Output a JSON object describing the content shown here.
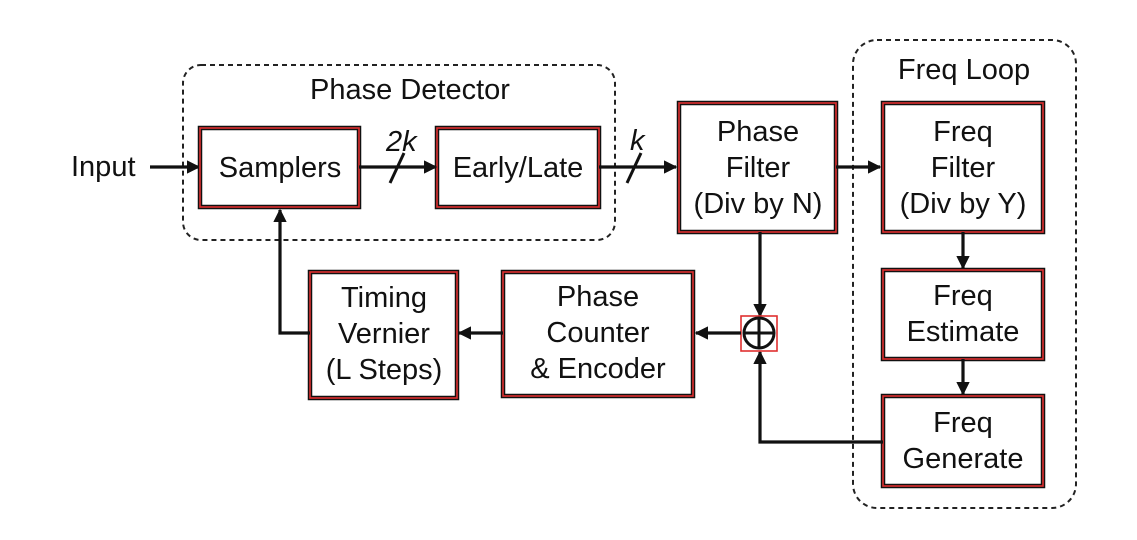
{
  "groups": {
    "phase_detector": "Phase Detector",
    "freq_loop": "Freq Loop"
  },
  "input_label": "Input",
  "blocks": {
    "samplers": [
      "Samplers"
    ],
    "early_late": [
      "Early/Late"
    ],
    "phase_filter": [
      "Phase",
      "Filter",
      "(Div by N)"
    ],
    "freq_filter": [
      "Freq",
      "Filter",
      "(Div by Y)"
    ],
    "freq_estimate": [
      "Freq",
      "Estimate"
    ],
    "freq_generate": [
      "Freq",
      "Generate"
    ],
    "phase_counter": [
      "Phase",
      "Counter",
      "& Encoder"
    ],
    "timing_vernier": [
      "Timing",
      "Vernier",
      "(L Steps)"
    ]
  },
  "bus_labels": {
    "samplers_to_early_late": "2k",
    "early_late_to_phase_filter": "k"
  },
  "summing_junction": "⊕",
  "colors": {
    "highlight": "#e03030",
    "line": "#111111"
  }
}
